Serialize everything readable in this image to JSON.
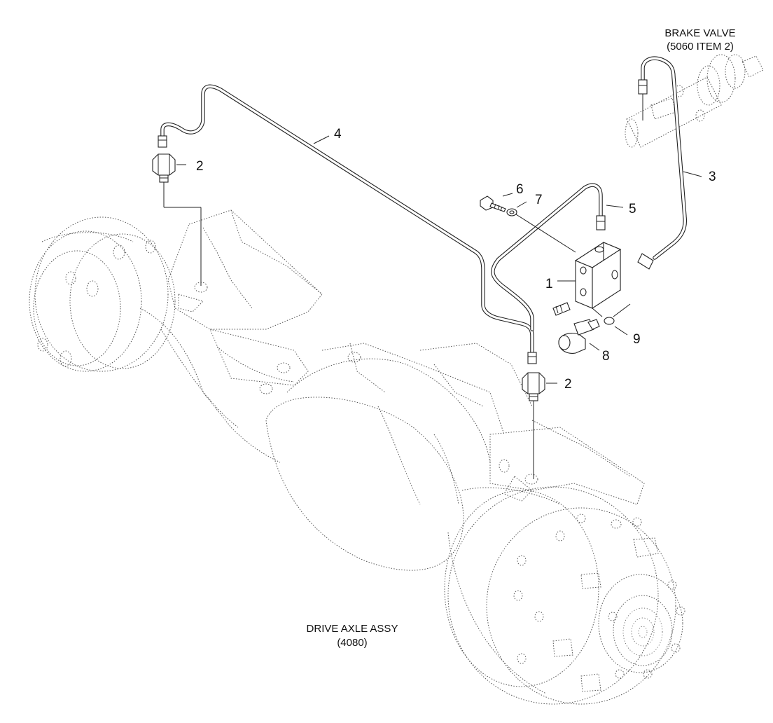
{
  "captions": {
    "brake_valve_line1": "BRAKE VALVE",
    "brake_valve_line2": "(5060 ITEM 2)",
    "axle_line1": "DRIVE AXLE ASSY",
    "axle_line2": "(4080)"
  },
  "callouts": {
    "c1": "1",
    "c2a": "2",
    "c2b": "2",
    "c3": "3",
    "c4": "4",
    "c5": "5",
    "c6": "6",
    "c7": "7",
    "c8": "8",
    "c9": "9"
  }
}
